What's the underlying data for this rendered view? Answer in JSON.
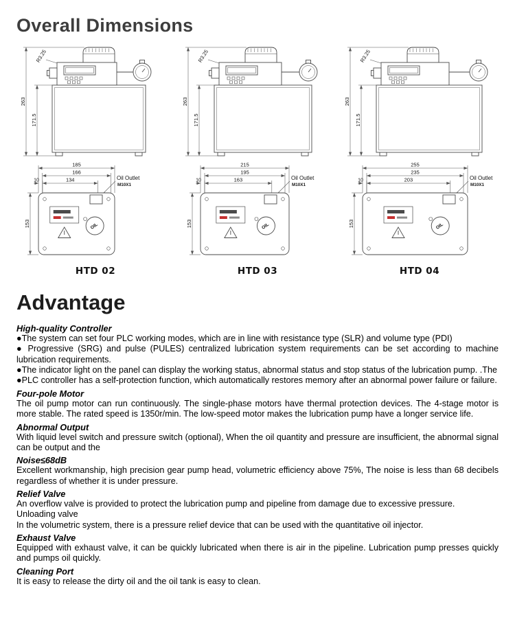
{
  "page": {
    "dimensions_title": "Overall Dimensions"
  },
  "drawings": [
    {
      "model": "HTD 02",
      "front": {
        "total_height": "263",
        "tank_height": "171.5",
        "corner_radius": "R3.25"
      },
      "top": {
        "overall_width": "185",
        "mid_width": "166",
        "inner_width": "134",
        "edge_offset": "10",
        "depth": "153",
        "outlet_label": "Oil Outlet",
        "outlet_thread": "M10X1",
        "cap_label": "OIL"
      }
    },
    {
      "model": "HTD 03",
      "front": {
        "total_height": "263",
        "tank_height": "171.5",
        "corner_radius": "R3.25"
      },
      "top": {
        "overall_width": "215",
        "mid_width": "195",
        "inner_width": "163",
        "edge_offset": "10",
        "depth": "153",
        "outlet_label": "Oil Outlet",
        "outlet_thread": "M10X1",
        "cap_label": "OIL"
      }
    },
    {
      "model": "HTD 04",
      "front": {
        "total_height": "263",
        "tank_height": "171.5",
        "corner_radius": "R3.25"
      },
      "top": {
        "overall_width": "255",
        "mid_width": "235",
        "inner_width": "203",
        "edge_offset": "10",
        "depth": "153",
        "outlet_label": "Oil Outlet",
        "outlet_thread": "M10X1",
        "cap_label": "OIL"
      }
    }
  ],
  "advantage": {
    "title": "Advantage",
    "sections": [
      {
        "heading": "High-quality Controller",
        "lines": [
          "●The system can set four PLC working modes, which are in line with resistance type (SLR) and volume type (PDI)",
          "● Progressive (SRG) and pulse (PULES) centralized lubrication system requirements can be set according to machine lubrication requirements.",
          "●The indicator light on the panel can display the working status, abnormal status and stop status of the lubrication pump. .The",
          "●PLC controller has a self-protection function, which automatically restores memory after an abnormal power failure or failure."
        ]
      },
      {
        "heading": "Four-pole Motor",
        "lines": [
          "The oil pump motor can run continuously. The single-phase motors have thermal protection devices. The 4-stage motor is more stable. The rated speed is 1350r/min. The low-speed motor makes the lubrication pump have a longer service life."
        ]
      },
      {
        "heading": "Abnormal Output",
        "lines": [
          "With liquid level switch and pressure switch (optional), When the oil quantity and pressure are insufficient, the abnormal signal can be output and the"
        ]
      },
      {
        "heading": "Noise≤68dB",
        "lines": [
          "Excellent workmanship, high precision gear pump head, volumetric efficiency above 75%, The noise is less than 68 decibels regardless of whether it is under pressure."
        ]
      },
      {
        "heading": "Relief Valve",
        "lines": [
          "An overflow valve is provided to protect the lubrication pump and pipeline from damage due to excessive pressure.",
          "Unloading valve",
          "In the volumetric system, there is a pressure relief device that can be used with the quantitative oil injector."
        ]
      },
      {
        "heading": "Exhaust Valve",
        "lines": [
          "Equipped with exhaust valve, it can be quickly lubricated when there is air in the pipeline. Lubrication pump presses quickly and pumps oil quickly."
        ]
      },
      {
        "heading": "Cleaning Port",
        "lines": [
          "It is easy to release the dirty oil and the oil tank is easy to clean."
        ]
      }
    ]
  }
}
